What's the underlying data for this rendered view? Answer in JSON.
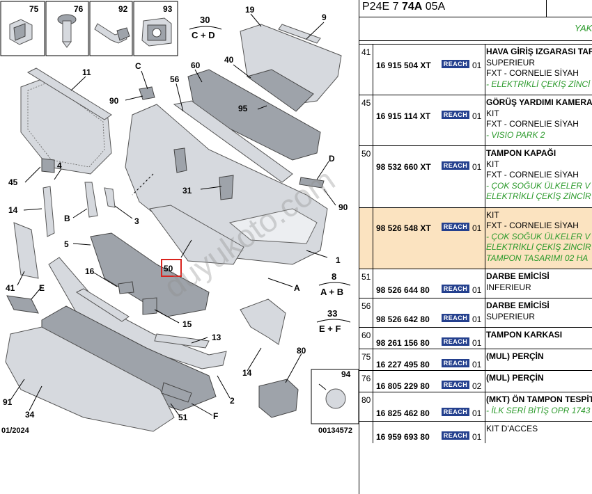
{
  "diagram": {
    "boxes": [
      {
        "label": "75",
        "icon": "clip-fastener-icon"
      },
      {
        "label": "76",
        "icon": "push-rivet-icon"
      },
      {
        "label": "92",
        "icon": "bolt-icon"
      },
      {
        "label": "93",
        "icon": "cage-nut-icon"
      }
    ],
    "callouts": [
      "11",
      "90",
      "C",
      "60",
      "56",
      "40",
      "19",
      "9",
      "95",
      "45",
      "4",
      "14",
      "B",
      "3",
      "31",
      "D",
      "90",
      "5",
      "50",
      "1",
      "16",
      "41",
      "E",
      "15",
      "A",
      "13",
      "14",
      "80",
      "94",
      "91",
      "34",
      "51",
      "F",
      "2"
    ],
    "highlighted_callout": "50",
    "groups": [
      {
        "label": "30",
        "formula": "C + D"
      },
      {
        "label": "8",
        "formula": "A + B"
      },
      {
        "label": "33",
        "formula": "E + F"
      }
    ],
    "footer_left": "01/2024",
    "footer_right": "00134572",
    "watermark": "duyukoto.com"
  },
  "table": {
    "ref_prefix": "P24E 7 ",
    "ref_bold": "74A",
    "ref_suffix": " 05A",
    "header_note": "YAK",
    "reach_label": "REACH",
    "rows": [
      {
        "num": "41",
        "pn": "16 915 504 XT",
        "qty": "01",
        "lines": [
          {
            "t": "HAVA GİRİŞ IZGARASI TAF",
            "c": "t"
          },
          {
            "t": "SUPERIEUR",
            "c": ""
          },
          {
            "t": "FXT - CORNELIE SİYAH",
            "c": ""
          },
          {
            "t": "- ELEKTRİKLİ ÇEKİŞ ZİNCİ",
            "c": "g"
          }
        ]
      },
      {
        "num": "45",
        "pn": "16 915 114 XT",
        "qty": "01",
        "lines": [
          {
            "t": "GÖRÜŞ YARDIMI KAMERA",
            "c": "t"
          },
          {
            "t": "KIT",
            "c": ""
          },
          {
            "t": "FXT - CORNELIE SİYAH",
            "c": ""
          },
          {
            "t": "- VISIO PARK 2",
            "c": "g"
          }
        ]
      },
      {
        "num": "50",
        "pn": "98 532 660 XT",
        "qty": "01",
        "lines": [
          {
            "t": "TAMPON KAPAĞI",
            "c": "t"
          },
          {
            "t": "KIT",
            "c": ""
          },
          {
            "t": "FXT - CORNELIE SİYAH",
            "c": ""
          },
          {
            "t": "- ÇOK SOĞUK ÜLKELER V",
            "c": "g"
          },
          {
            "t": "ELEKTRİKLİ ÇEKİŞ ZİNCİR",
            "c": "g"
          }
        ]
      },
      {
        "num": "",
        "pn": "98 526 548 XT",
        "qty": "01",
        "highlight": true,
        "lines": [
          {
            "t": "KIT",
            "c": ""
          },
          {
            "t": "FXT - CORNELIE SİYAH",
            "c": ""
          },
          {
            "t": "- ÇOK SOĞUK ÜLKELER V",
            "c": "g"
          },
          {
            "t": "ELEKTRİKLİ ÇEKİŞ ZİNCİR",
            "c": "g"
          },
          {
            "t": "TAMPON TASARIMI 02 HA",
            "c": "g"
          }
        ]
      },
      {
        "num": "51",
        "pn": "98 526 644 80",
        "qty": "01",
        "lines": [
          {
            "t": "DARBE EMİCİSİ",
            "c": "t"
          },
          {
            "t": "INFERIEUR",
            "c": ""
          }
        ]
      },
      {
        "num": "56",
        "pn": "98 526 642 80",
        "qty": "01",
        "lines": [
          {
            "t": "DARBE EMİCİSİ",
            "c": "t"
          },
          {
            "t": "SUPERIEUR",
            "c": ""
          }
        ]
      },
      {
        "num": "60",
        "pn": "98 261 156 80",
        "qty": "01",
        "lines": [
          {
            "t": "TAMPON KARKASI",
            "c": "t"
          }
        ]
      },
      {
        "num": "75",
        "pn": "16 227 495 80",
        "qty": "01",
        "lines": [
          {
            "t": "(MUL) PERÇİN",
            "c": "t"
          }
        ]
      },
      {
        "num": "76",
        "pn": "16 805 229 80",
        "qty": "02",
        "lines": [
          {
            "t": "(MUL) PERÇİN",
            "c": "t"
          }
        ]
      },
      {
        "num": "80",
        "pn": "16 825 462 80",
        "qty": "01",
        "lines": [
          {
            "t": "(MKT) ÖN TAMPON TESPİT",
            "c": "t"
          },
          {
            "t": "- İLK SERİ BİTİŞ OPR 1743",
            "c": "g"
          }
        ]
      },
      {
        "num": "",
        "pn": "16 959 693 80",
        "qty": "01",
        "lines": [
          {
            "t": "KIT D'ACCES",
            "c": ""
          }
        ]
      }
    ]
  },
  "colors": {
    "reach_badge": "#24408e",
    "highlight_row": "#fbe3c0",
    "highlight_box": "#d9231d",
    "note_green": "#2b9a2b"
  }
}
